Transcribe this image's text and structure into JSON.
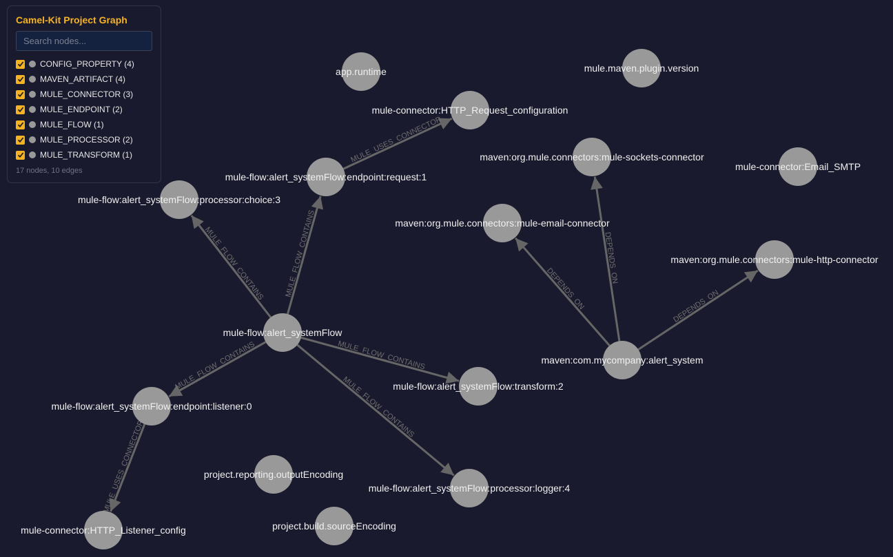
{
  "panel": {
    "title": "Camel-Kit Project Graph",
    "search_placeholder": "Search nodes...",
    "filters": [
      {
        "label": "CONFIG_PROPERTY (4)",
        "checked": true
      },
      {
        "label": "MAVEN_ARTIFACT (4)",
        "checked": true
      },
      {
        "label": "MULE_CONNECTOR (3)",
        "checked": true
      },
      {
        "label": "MULE_ENDPOINT (2)",
        "checked": true
      },
      {
        "label": "MULE_FLOW (1)",
        "checked": true
      },
      {
        "label": "MULE_PROCESSOR (2)",
        "checked": true
      },
      {
        "label": "MULE_TRANSFORM (1)",
        "checked": true
      }
    ],
    "stats": "17 nodes, 10 edges"
  },
  "colors": {
    "background": "#1a1a2e",
    "accent": "#f5b324",
    "node": "#999999",
    "edge": "#666666"
  },
  "graph": {
    "nodes": [
      {
        "id": "app.runtime"
      },
      {
        "id": "mule.maven.plugin.version"
      },
      {
        "id": "mule-connector:HTTP_Request_configuration"
      },
      {
        "id": "maven:org.mule.connectors:mule-sockets-connector"
      },
      {
        "id": "mule-connector:Email_SMTP"
      },
      {
        "id": "mule-flow:alert_systemFlow:endpoint:request:1"
      },
      {
        "id": "maven:org.mule.connectors:mule-email-connector"
      },
      {
        "id": "mule-flow:alert_systemFlow:processor:choice:3"
      },
      {
        "id": "maven:org.mule.connectors:mule-http-connector"
      },
      {
        "id": "mule-flow:alert_systemFlow"
      },
      {
        "id": "maven:com.mycompany:alert_system"
      },
      {
        "id": "mule-flow:alert_systemFlow:endpoint:listener:0"
      },
      {
        "id": "mule-flow:alert_systemFlow:transform:2"
      },
      {
        "id": "project.reporting.outputEncoding"
      },
      {
        "id": "mule-flow:alert_systemFlow:processor:logger:4"
      },
      {
        "id": "mule-connector:HTTP_Listener_config"
      },
      {
        "id": "project.build.sourceEncoding"
      }
    ],
    "edges": [
      {
        "source": "mule-flow:alert_systemFlow",
        "target": "mule-flow:alert_systemFlow:endpoint:request:1",
        "label": "MULE_FLOW_CONTAINS"
      },
      {
        "source": "mule-flow:alert_systemFlow",
        "target": "mule-flow:alert_systemFlow:processor:choice:3",
        "label": "MULE_FLOW_CONTAINS"
      },
      {
        "source": "mule-flow:alert_systemFlow",
        "target": "mule-flow:alert_systemFlow:endpoint:listener:0",
        "label": "MULE_FLOW_CONTAINS"
      },
      {
        "source": "mule-flow:alert_systemFlow",
        "target": "mule-flow:alert_systemFlow:transform:2",
        "label": "MULE_FLOW_CONTAINS"
      },
      {
        "source": "mule-flow:alert_systemFlow",
        "target": "mule-flow:alert_systemFlow:processor:logger:4",
        "label": "MULE_FLOW_CONTAINS"
      },
      {
        "source": "mule-flow:alert_systemFlow:endpoint:request:1",
        "target": "mule-connector:HTTP_Request_configuration",
        "label": "MULE_USES_CONNECTOR"
      },
      {
        "source": "mule-flow:alert_systemFlow:endpoint:listener:0",
        "target": "mule-connector:HTTP_Listener_config",
        "label": "MULE_USES_CONNECTOR"
      },
      {
        "source": "maven:com.mycompany:alert_system",
        "target": "maven:org.mule.connectors:mule-email-connector",
        "label": "DEPENDS_ON"
      },
      {
        "source": "maven:com.mycompany:alert_system",
        "target": "maven:org.mule.connectors:mule-sockets-connector",
        "label": "DEPENDS_ON"
      },
      {
        "source": "maven:com.mycompany:alert_system",
        "target": "maven:org.mule.connectors:mule-http-connector",
        "label": "DEPENDS_ON"
      }
    ]
  }
}
